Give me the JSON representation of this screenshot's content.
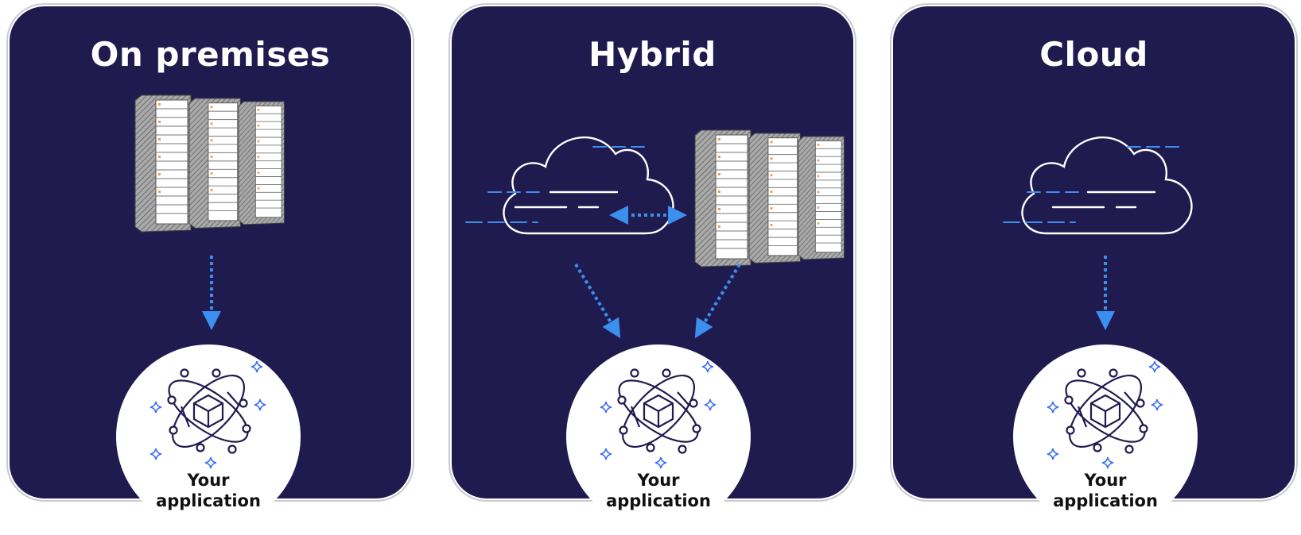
{
  "panels": [
    {
      "id": "on-premises",
      "title": "On premises",
      "app_label_line1": "Your",
      "app_label_line2": "application"
    },
    {
      "id": "hybrid",
      "title": "Hybrid",
      "app_label_line1": "Your",
      "app_label_line2": "application"
    },
    {
      "id": "cloud",
      "title": "Cloud",
      "app_label_line1": "Your",
      "app_label_line2": "application"
    }
  ],
  "colors": {
    "panel_background": "#1f1b4f",
    "arrow": "#3b8fef",
    "cloud_outline": "#ffffff",
    "app_circle": "#ffffff",
    "app_icon_stroke": "#1f1b4f",
    "sparkle": "#3b6fef"
  },
  "icons": [
    "server-rack-icon",
    "cloud-icon",
    "application-atom-icon",
    "dotted-arrow-icon"
  ]
}
